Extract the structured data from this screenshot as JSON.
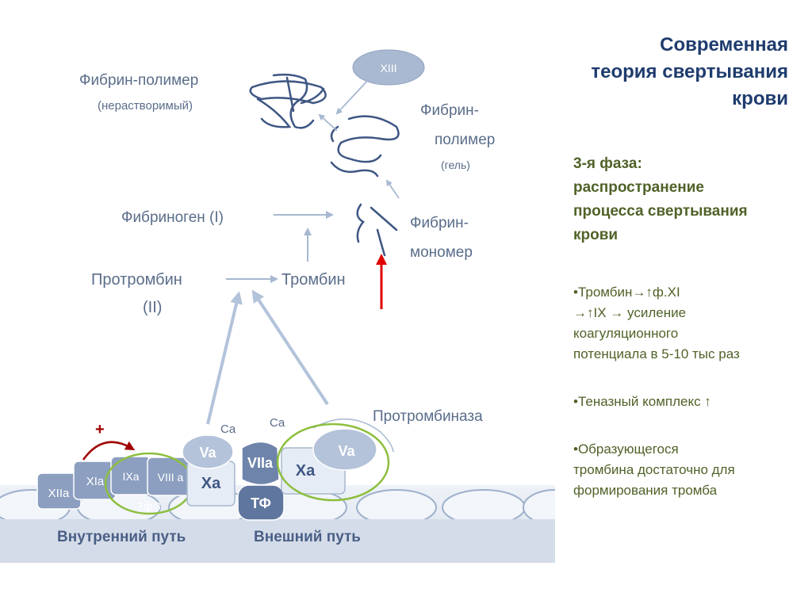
{
  "title": [
    "Современная",
    "теория свертывания",
    "крови"
  ],
  "phase": {
    "lines": [
      "3-я фаза:",
      "распространение",
      "процесса свертывания",
      "крови"
    ]
  },
  "bullets": [
    {
      "lines": [
        "•Тромбин→↑ф.XI",
        "→↑IX → усиление",
        "коагуляционного",
        "потенциала в 5-10 тыс раз"
      ]
    },
    {
      "lines": [
        "•Теназный комплекс ↑"
      ]
    },
    {
      "lines": [
        "•Образующегося",
        "тромбина достаточно для",
        "формирования тромба"
      ]
    }
  ],
  "diagram": {
    "fibrin_polymer_insoluble": "Фибрин-полимер",
    "insoluble_note": "(нерастворимый)",
    "factor_xiii": "XIII",
    "fibrin_polymer_gel_1": "Фибрин-",
    "fibrin_polymer_gel_2": "полимер",
    "gel_note": "(гель)",
    "fibrinogen": "Фибриноген (I)",
    "fibrin_monomer_1": "Фибрин-",
    "fibrin_monomer_2": "мономер",
    "prothrombin_1": "Протромбин",
    "prothrombin_2": "(II)",
    "thrombin": "Тромбин",
    "prothrombinase": "Протромбиназа",
    "ca_1": "Ca",
    "ca_2": "Ca",
    "plus": "+",
    "xiia": "XIIa",
    "xia": "XIa",
    "ixa": "IXa",
    "viiia": "VIII a",
    "tf3": "Тф 3",
    "va_left": "Va",
    "xa_left": "Xa",
    "viia": "VIIa",
    "tf": "ТФ",
    "xa_right": "Xa",
    "va_right": "Va",
    "intrinsic_path": "Внутренний путь",
    "extrinsic_path": "Внешний путь"
  },
  "colors": {
    "title": "#1f3c6e",
    "side_text": "#4f6228",
    "red_arrow": "#e00000",
    "dark_red_arrow": "#a00000",
    "green_ring": "#9bc34a",
    "label": "#5a6d8a",
    "arrow": "#a7b8d0"
  }
}
